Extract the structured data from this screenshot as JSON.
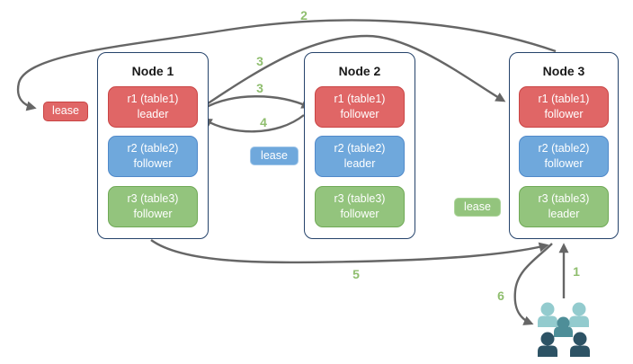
{
  "diagram_title": "replica leader/lease distribution across nodes",
  "colors": {
    "arrow": "#666666",
    "step": "#8FBE6E",
    "red_fill": "#E06666",
    "red_border": "#C94444",
    "blue_fill": "#6FA8DC",
    "blue_border": "#5089C9",
    "green_fill": "#93C47D",
    "green_border": "#6FA956",
    "lease_blue_border": "#9FC5E8",
    "lease_green_border": "#ACD49A",
    "node_border": "#25436B",
    "users_light": "#93CBCE",
    "users_medium": "#4E8E98",
    "users_dark": "#2D5365"
  },
  "nodes": [
    {
      "title": "Node 1",
      "replicas": [
        {
          "line1": "r1 (table1)",
          "line2": "leader",
          "color": "red"
        },
        {
          "line1": "r2 (table2)",
          "line2": "follower",
          "color": "blue"
        },
        {
          "line1": "r3 (table3)",
          "line2": "follower",
          "color": "green"
        }
      ]
    },
    {
      "title": "Node 2",
      "replicas": [
        {
          "line1": "r1 (table1)",
          "line2": "follower",
          "color": "red"
        },
        {
          "line1": "r2 (table2)",
          "line2": "leader",
          "color": "blue"
        },
        {
          "line1": "r3 (table3)",
          "line2": "follower",
          "color": "green"
        }
      ]
    },
    {
      "title": "Node 3",
      "replicas": [
        {
          "line1": "r1 (table1)",
          "line2": "follower",
          "color": "red"
        },
        {
          "line1": "r2 (table2)",
          "line2": "follower",
          "color": "blue"
        },
        {
          "line1": "r3 (table3)",
          "line2": "leader",
          "color": "green"
        }
      ]
    }
  ],
  "leases": {
    "red": "lease",
    "blue": "lease",
    "green": "lease"
  },
  "steps": {
    "s1": "1",
    "s2": "2",
    "s3a": "3",
    "s3b": "3",
    "s4": "4",
    "s5": "5",
    "s6": "6"
  },
  "icons": {
    "users": "users-icon"
  }
}
